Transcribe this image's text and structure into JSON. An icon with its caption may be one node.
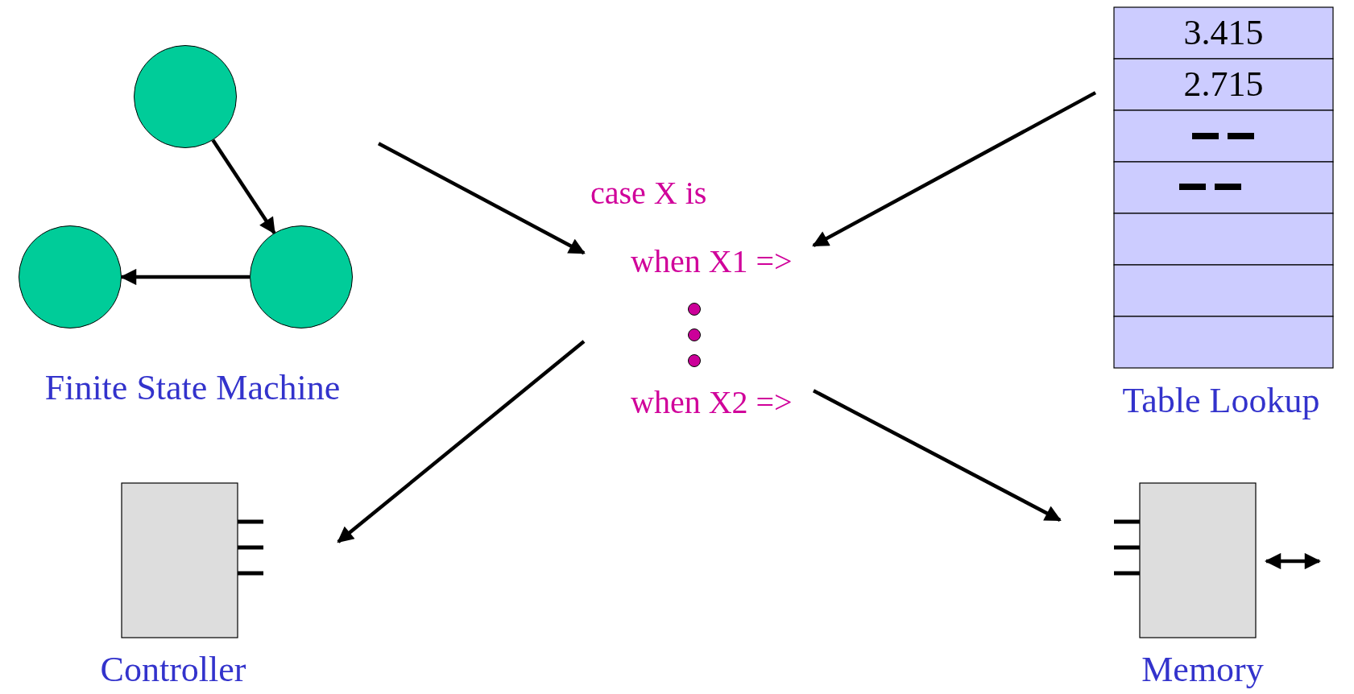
{
  "diagram": {
    "nodes": [
      {
        "text": [
          "Finite State Machine"
        ]
      },
      {
        "text": [],
        "shape": "circle",
        "in": 0
      },
      {
        "text": [],
        "shape": "circle",
        "in": 0
      },
      {
        "text": [],
        "shape": "circle",
        "in": 0
      },
      {
        "text": [
          "case X is",
          "when X1 =>",
          "when X2 =>"
        ]
      },
      {
        "text": [
          "Table Lookup"
        ]
      },
      {
        "text": [
          "Controller"
        ]
      },
      {
        "text": [
          "Memory"
        ]
      }
    ],
    "edges": [
      {
        "from": 1,
        "to": 3,
        "arrow": "to"
      },
      {
        "from": 3,
        "to": 2,
        "arrow": "to"
      },
      {
        "from": 0,
        "to": 4,
        "arrow": "to"
      },
      {
        "from": 5,
        "to": 4,
        "arrow": "to"
      },
      {
        "from": 4,
        "to": 6,
        "arrow": "to"
      },
      {
        "from": 4,
        "to": 7,
        "arrow": "to"
      },
      {
        "from": 7,
        "to": null,
        "arrow": "both"
      }
    ],
    "labels": [
      "3.415",
      "2.715"
    ]
  }
}
